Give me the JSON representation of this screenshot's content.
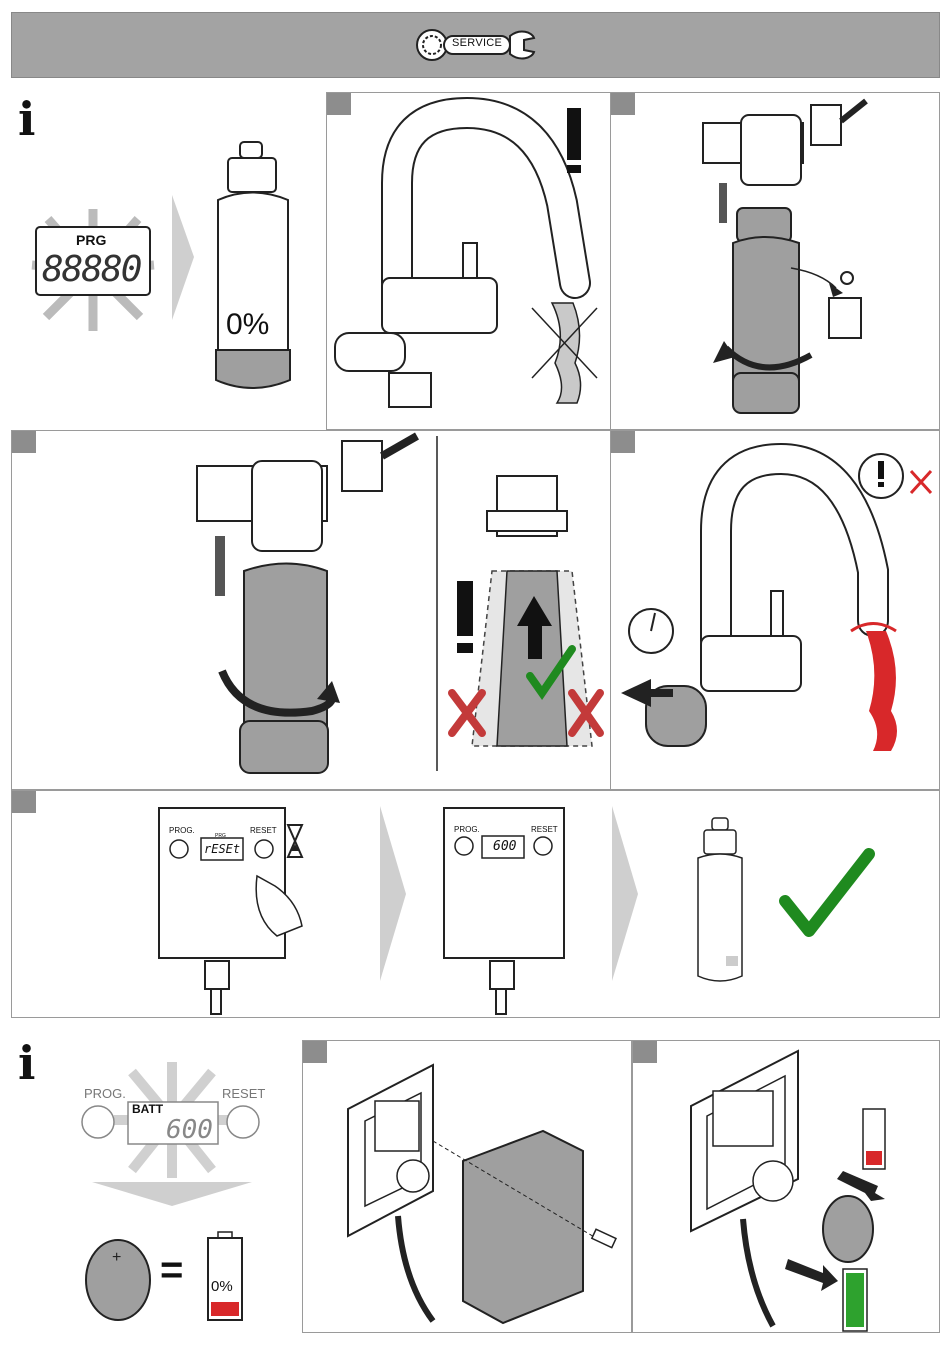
{
  "header": {
    "service_label": "SERVICE"
  },
  "info_section": {
    "display_label": "PRG",
    "display_digits": "88880",
    "cartridge_level": "0%"
  },
  "reset_sequence": {
    "prog_label": "PROG.",
    "reset_label": "RESET",
    "display_prg": "PRG",
    "display_reset_text": "rESEt",
    "display_value": "600"
  },
  "battery_info": {
    "prog_label": "PROG.",
    "reset_label": "RESET",
    "batt_label": "BATT",
    "display_value": "600",
    "equals_sign": "=",
    "battery_level": "0%"
  },
  "colors": {
    "accent_green": "#1f8a1f",
    "warning_red": "#d8282a",
    "cross_red": "#c33a3a",
    "panel_border": "#9a9a9a",
    "header_bg": "#a3a3a3",
    "cartridge_grey": "#9f9f9f"
  }
}
